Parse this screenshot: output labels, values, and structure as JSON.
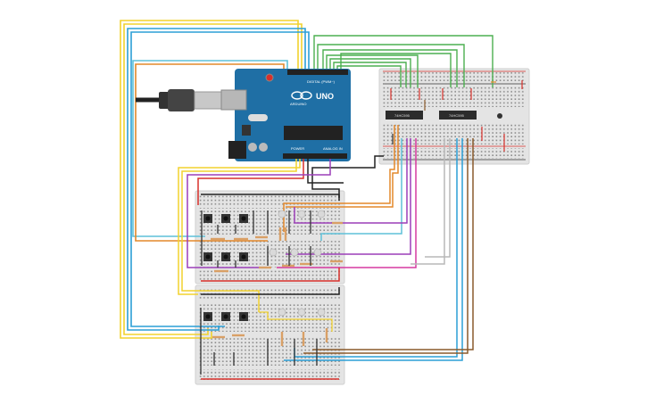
{
  "arduino": {
    "brand": "ARDUINO",
    "model": "UNO",
    "digital_header": "DIGITAL (PWM~)",
    "power_header": "POWER",
    "analog_header": "ANALOG IN",
    "board_color": "#1f6fa5"
  },
  "chips": [
    {
      "label": "74HC595"
    },
    {
      "label": "74HC595"
    }
  ],
  "breadboards": [
    {
      "id": "top-right"
    },
    {
      "id": "middle-left"
    },
    {
      "id": "bottom-left"
    }
  ],
  "colors": {
    "wire_yellow": "#f2d22e",
    "wire_blue": "#2b9fd6",
    "wire_lightblue": "#5ec1d9",
    "wire_orange": "#e3882a",
    "wire_green": "#4caf50",
    "wire_purple": "#9b3fb8",
    "wire_magenta": "#d63aa0",
    "wire_black": "#222222",
    "wire_red": "#d8302b",
    "wire_brown": "#8a5a2b",
    "wire_gray": "#b8b8b8",
    "breadboard": "#e6e6e6",
    "rail_red": "#d8302b",
    "rail_black": "#333333"
  }
}
